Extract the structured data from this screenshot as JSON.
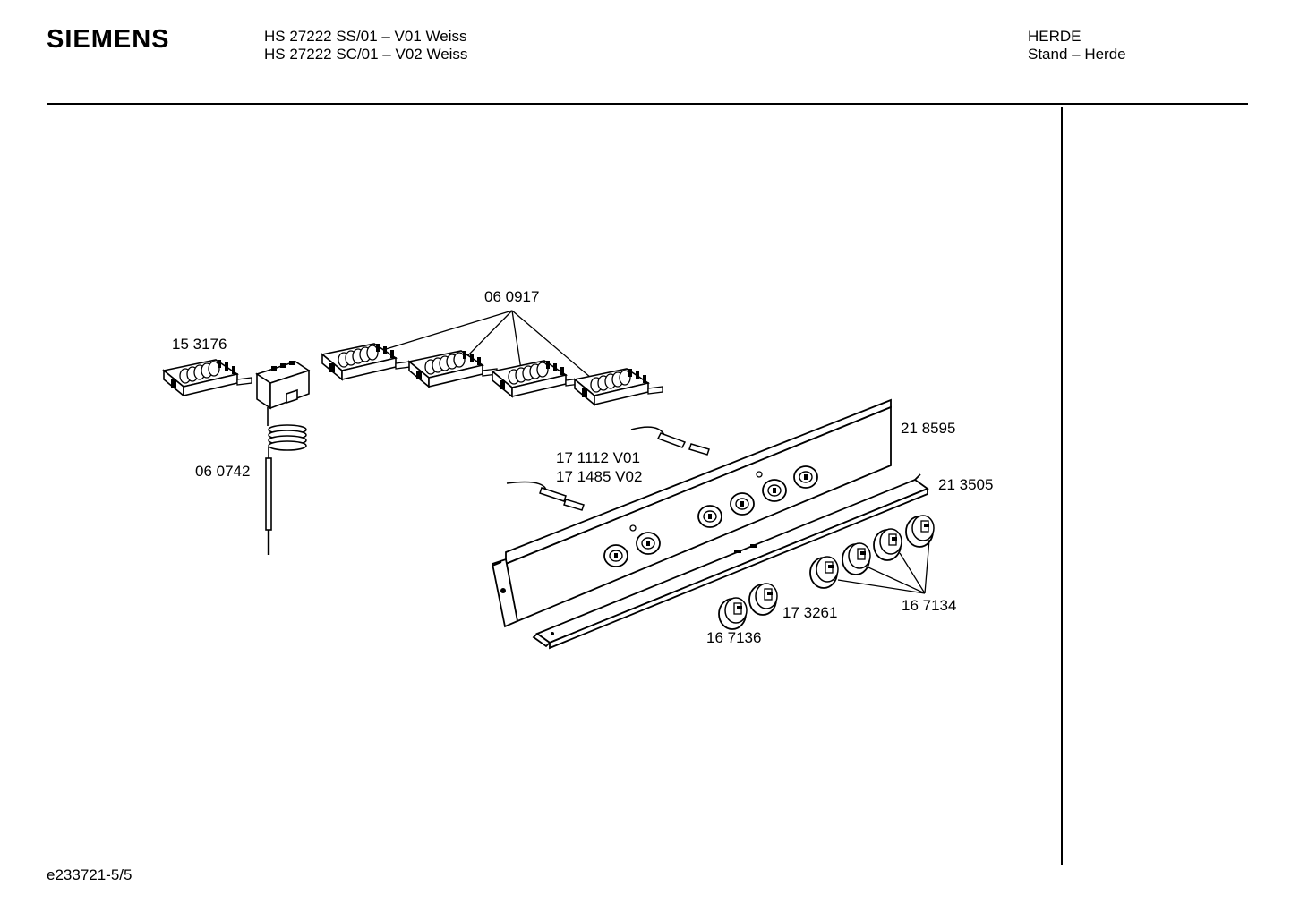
{
  "header": {
    "brand": "SIEMENS",
    "model_line_1": "HS 27222 SS/01 – V01 Weiss",
    "model_line_2": "HS 27222 SC/01 – V02 Weiss",
    "category_line_1": "HERDE",
    "category_line_2": "Stand – Herde"
  },
  "parts": {
    "p060917": "06 0917",
    "p153176": "15 3176",
    "p060742": "06 0742",
    "p218595": "21 8595",
    "p171112": "17 1112 V01",
    "p171485": "17 1485 V02",
    "p213505": "21 3505",
    "p173261": "17 3261",
    "p167134": "16 7134",
    "p167136": "16 7136"
  },
  "footer": {
    "doc_id": "e233721-5/5"
  }
}
